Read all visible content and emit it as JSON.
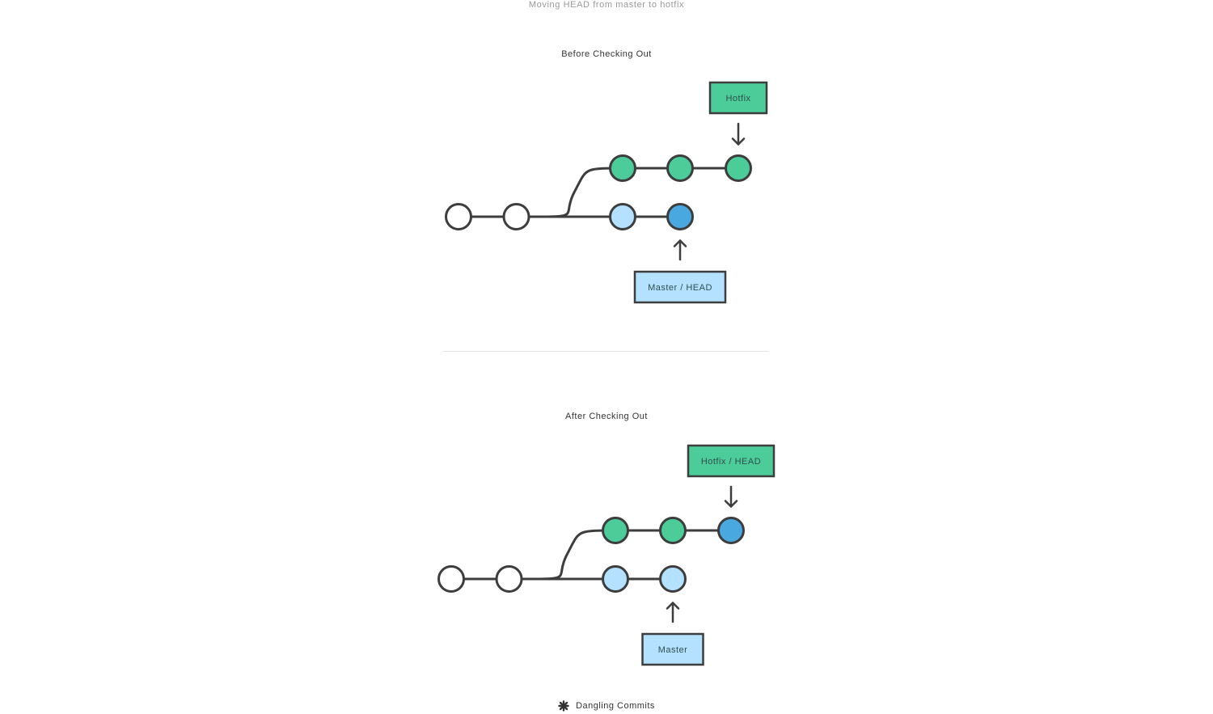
{
  "caption": "Moving HEAD from master to hotfix",
  "colors": {
    "stroke": "#3d3d3d",
    "commit_default": "#ffffff",
    "commit_hotfix": "#4ccc98",
    "commit_master": "#b3e1ff",
    "commit_head": "#4aa8e0",
    "label_hotfix_fill": "#4ccc98",
    "label_master_fill": "#b3e1ff",
    "divider": "#e5e5e5"
  },
  "sections": [
    {
      "title": "Before Checking Out",
      "commits": {
        "base": [
          "default",
          "default"
        ],
        "master": [
          "master",
          "head"
        ],
        "hotfix": [
          "hotfix",
          "hotfix",
          "hotfix"
        ]
      },
      "labels": {
        "top": {
          "text": "Hotfix",
          "style": "hotfix",
          "points_to": "hotfix-3"
        },
        "bottom": {
          "text": "Master / HEAD",
          "style": "master",
          "points_to": "master-2"
        }
      }
    },
    {
      "title": "After Checking Out",
      "commits": {
        "base": [
          "default",
          "default"
        ],
        "master": [
          "master",
          "master"
        ],
        "hotfix": [
          "hotfix",
          "hotfix",
          "head"
        ]
      },
      "labels": {
        "top": {
          "text": "Hotfix / HEAD",
          "style": "hotfix",
          "points_to": "hotfix-3"
        },
        "bottom": {
          "text": "Master",
          "style": "master",
          "points_to": "master-2"
        }
      }
    }
  ],
  "legend": {
    "icon": "dangling-commit-asterisk-icon",
    "label": "Dangling Commits"
  }
}
